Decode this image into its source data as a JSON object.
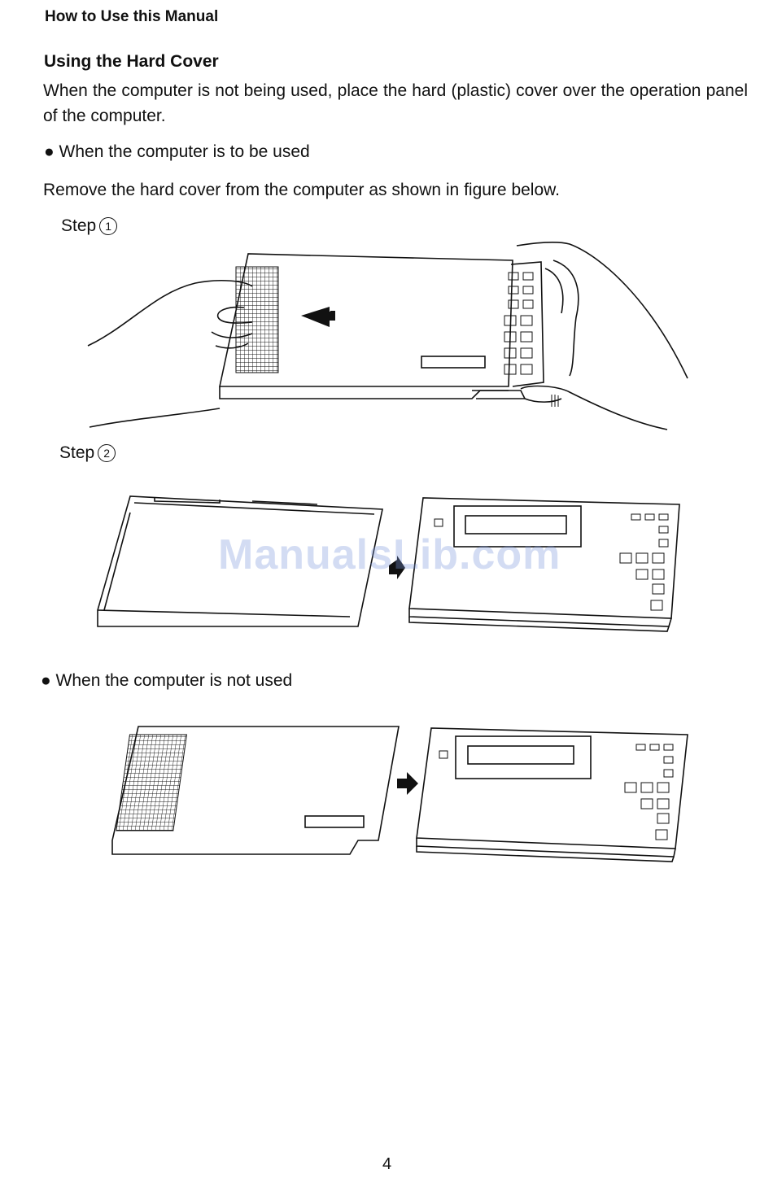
{
  "header": {
    "title": "How to Use this Manual"
  },
  "section": {
    "title": "Using the Hard Cover",
    "intro": "When the computer is not being used, place the hard (plastic) cover over the operation panel of the computer."
  },
  "bullet_used": "When the computer is to be used",
  "remove_text": "Remove the hard cover from the computer as shown in figure below.",
  "step1": {
    "label": "Step",
    "num": "1"
  },
  "step2": {
    "label": "Step",
    "num": "2"
  },
  "bullet_not_used": "When the computer is not used",
  "watermark": "ManualsLib.com",
  "page_number": "4"
}
